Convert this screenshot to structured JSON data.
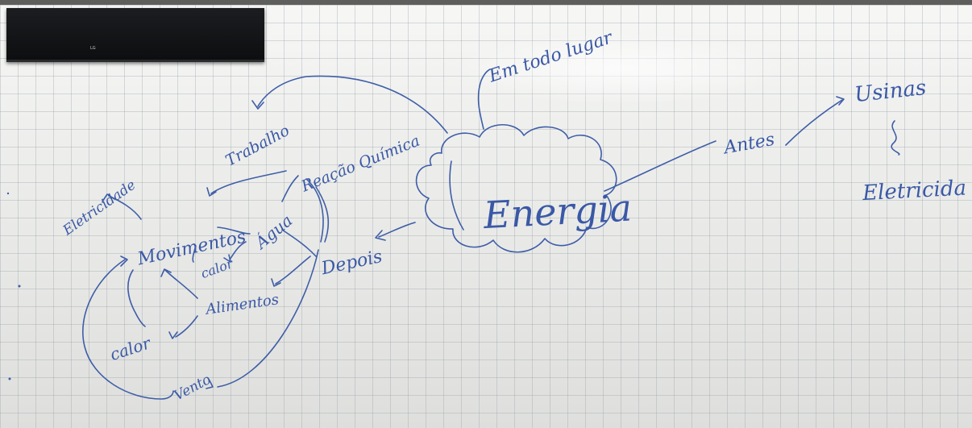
{
  "tv": {
    "logo": "LG"
  },
  "labels": {
    "center": "Energia",
    "top": "Em todo lugar",
    "antes": "Antes",
    "usinas": "Usinas",
    "eletricidade_right": "Eletricida",
    "trabalho": "Trabalho",
    "reacao": "Reação Química",
    "eletricidade_left": "Eletricidade",
    "movimentos": "Movimentos",
    "agua": "Água",
    "calor_inner": "calor",
    "depois": "Depois",
    "alimentos": "Alimentos",
    "calor_outer": "calor",
    "vento": "Vento"
  },
  "colors": {
    "ink": "#3f5da8",
    "board": "#ecedea",
    "tv": "#111214"
  }
}
